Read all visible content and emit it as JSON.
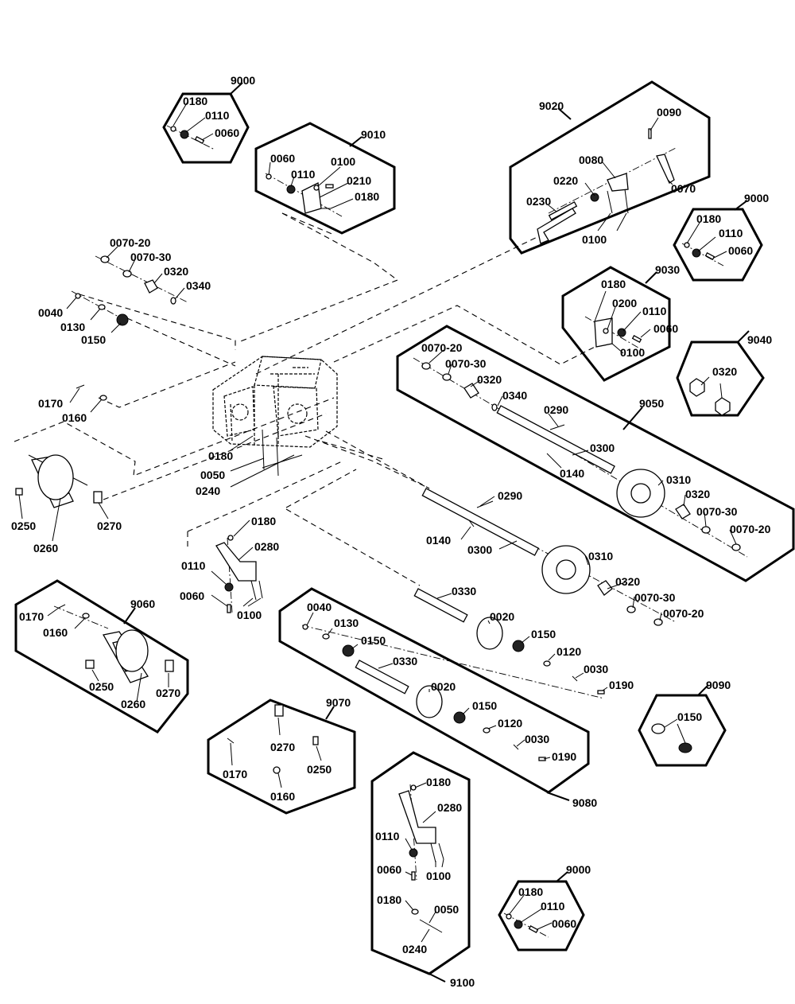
{
  "kits": [
    {
      "id": "9000",
      "parts": [
        "0180",
        "0110",
        "0060"
      ]
    },
    {
      "id": "9010",
      "parts": [
        "0060",
        "0110",
        "0100",
        "0210",
        "0180"
      ]
    },
    {
      "id": "9020",
      "parts": [
        "0090",
        "0080",
        "0220",
        "0070",
        "0230",
        "0100"
      ]
    },
    {
      "id": "9000",
      "parts": [
        "0180",
        "0110",
        "0060"
      ]
    },
    {
      "id": "9030",
      "parts": [
        "0180",
        "0200",
        "0110",
        "0060",
        "0100"
      ]
    },
    {
      "id": "9040",
      "parts": [
        "0320"
      ]
    },
    {
      "id": "9050",
      "parts": [
        "0070-20",
        "0070-30",
        "0320",
        "0340",
        "0290",
        "0300",
        "0140",
        "0310",
        "0320",
        "0070-30",
        "0070-20"
      ]
    },
    {
      "id": "9060",
      "parts": [
        "0170",
        "0160",
        "0250",
        "0260",
        "0270"
      ]
    },
    {
      "id": "9080",
      "parts": [
        "0040",
        "0130",
        "0150",
        "0330",
        "0020",
        "0150",
        "0120",
        "0030",
        "0190",
        "0330",
        "0020",
        "0150",
        "0120",
        "0030",
        "0190"
      ]
    },
    {
      "id": "9070",
      "parts": [
        "0270",
        "0250",
        "0170",
        "0160"
      ]
    },
    {
      "id": "9090",
      "parts": [
        "0150"
      ]
    },
    {
      "id": "9100",
      "parts": [
        "0180",
        "0280",
        "0110",
        "0060",
        "0100",
        "0180",
        "0050",
        "0240"
      ]
    },
    {
      "id": "9000",
      "parts": [
        "0180",
        "0110",
        "0060"
      ]
    }
  ],
  "loose_parts": [
    "0070-20",
    "0070-30",
    "0320",
    "0340",
    "0040",
    "0130",
    "0150",
    "0170",
    "0160",
    "0180",
    "0050",
    "0240",
    "0250",
    "0260",
    "0270",
    "0180",
    "0280",
    "0110",
    "0060",
    "0100",
    "0290",
    "0140",
    "0300",
    "0310",
    "0320",
    "0070-30",
    "0070-20"
  ]
}
